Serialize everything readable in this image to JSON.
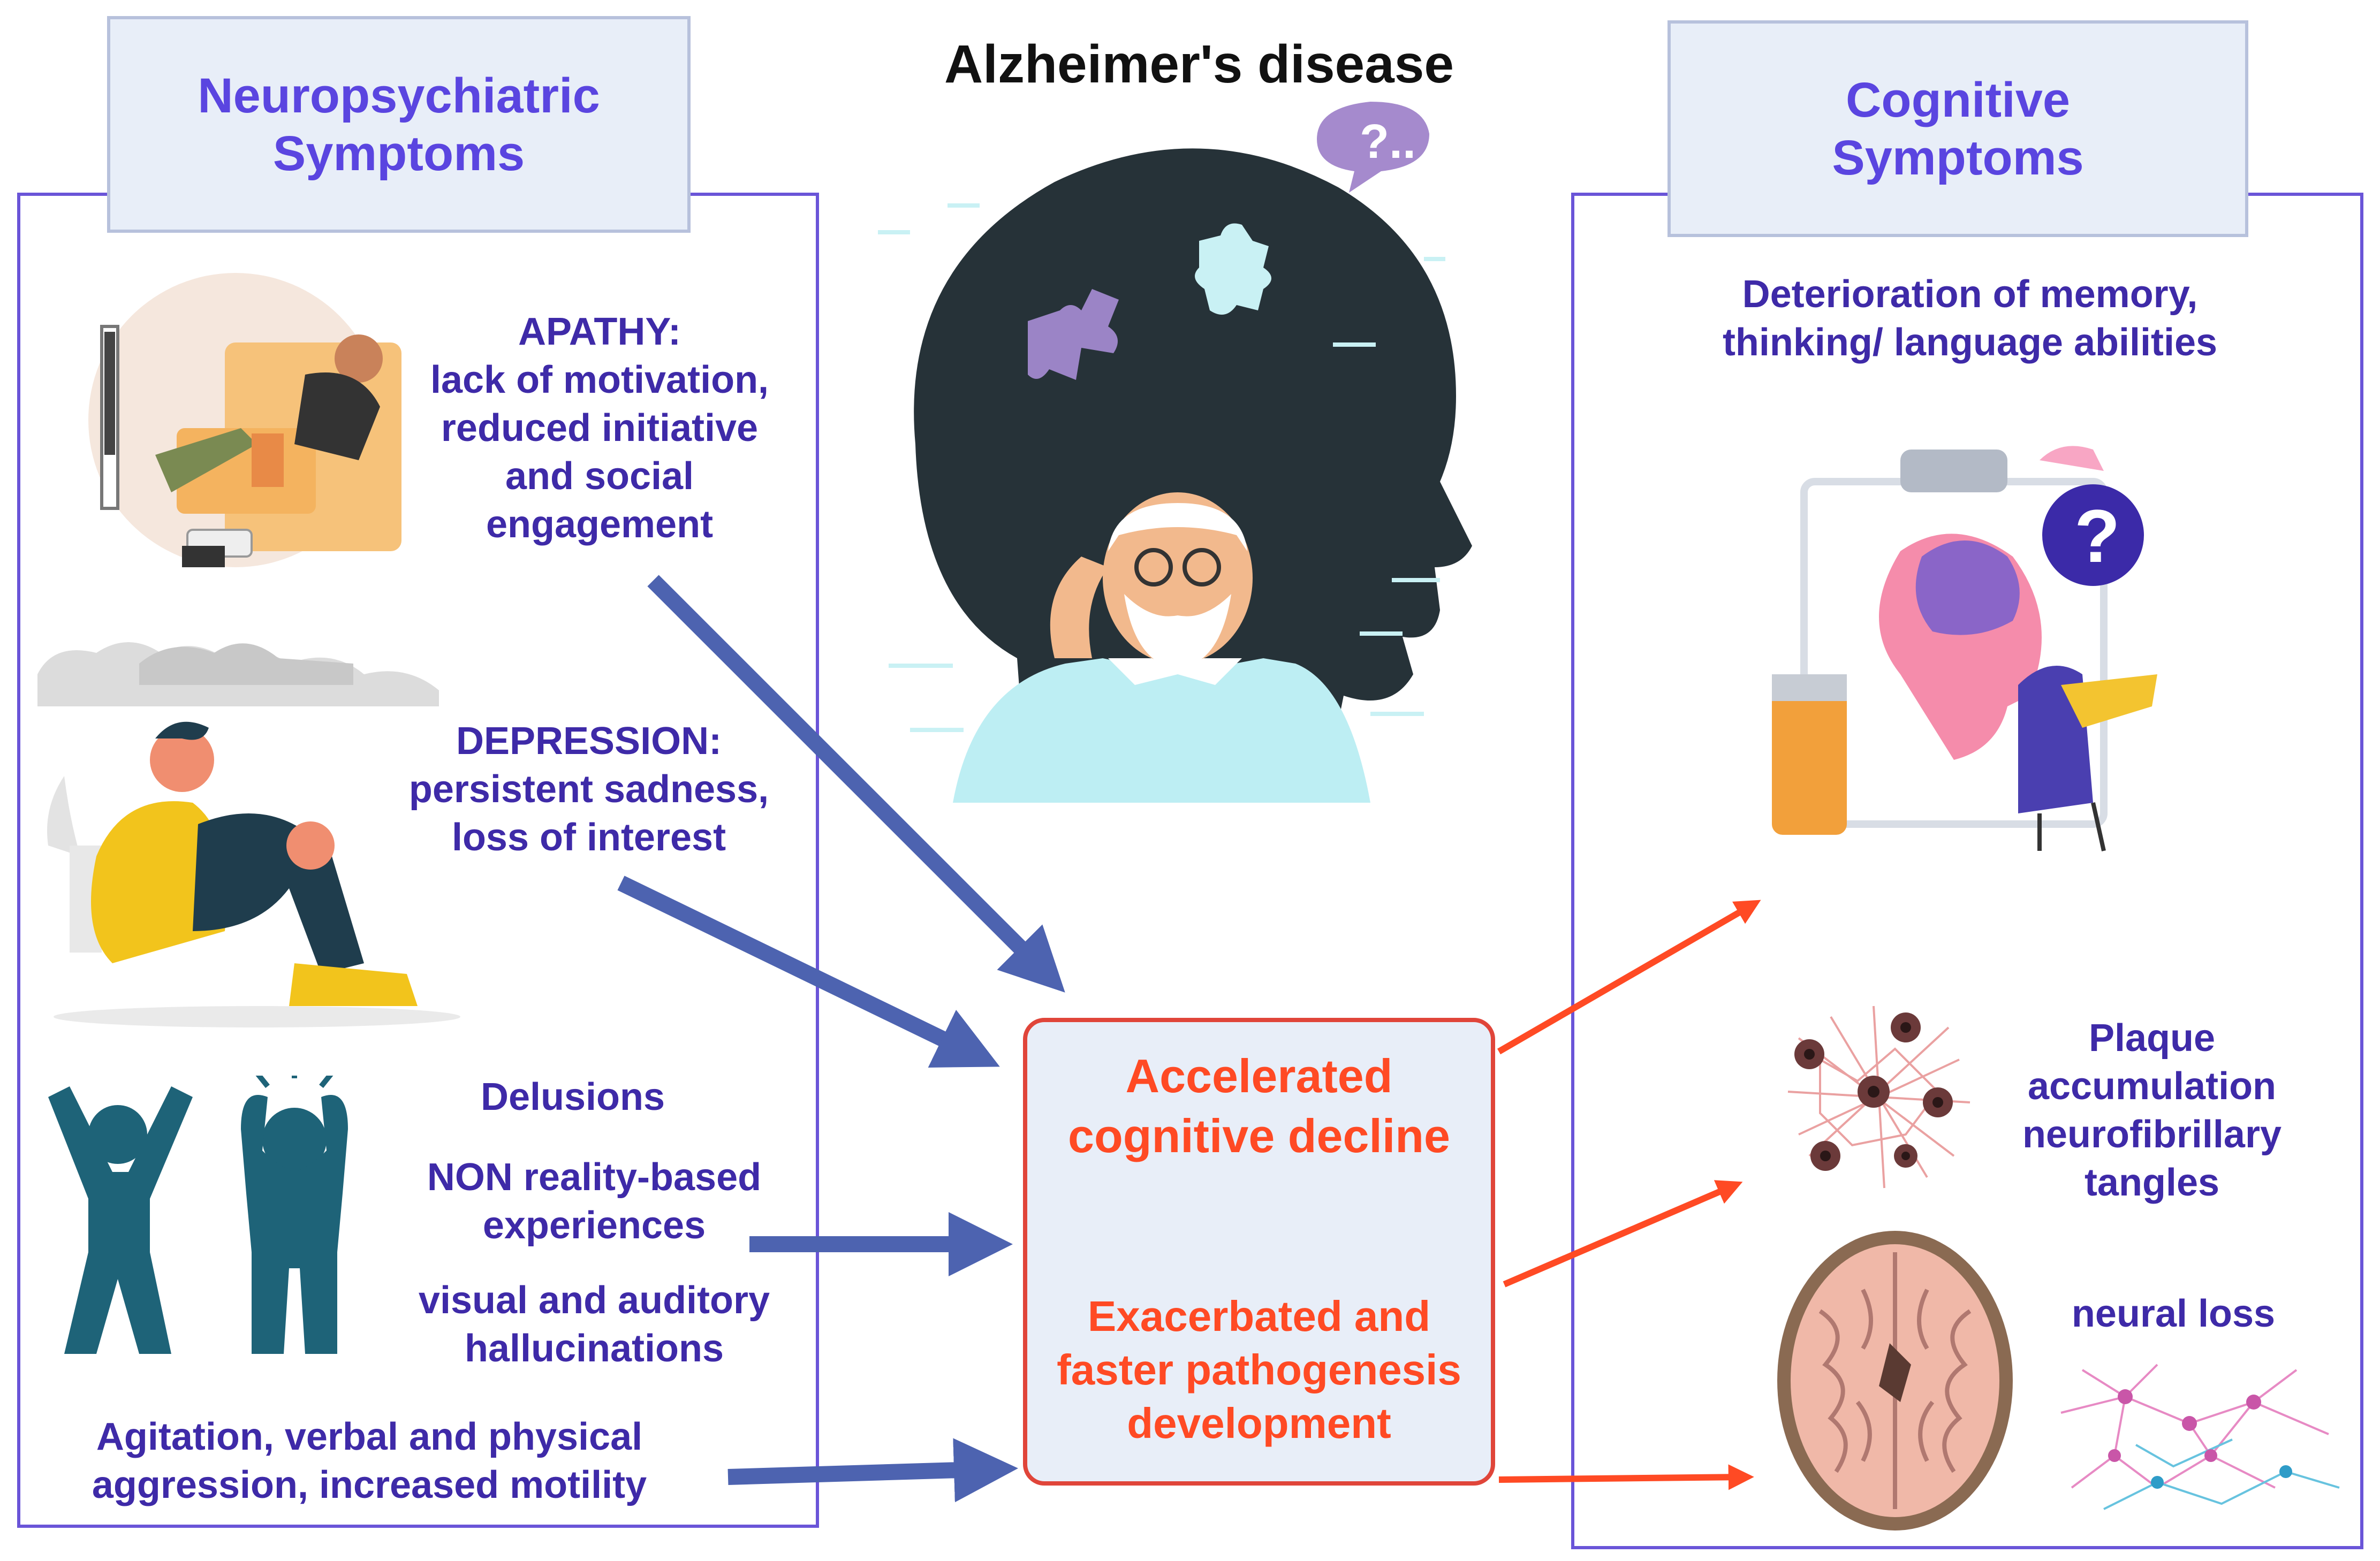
{
  "title": "Alzheimer's disease",
  "left_panel": {
    "header": [
      "Neuropsychiatric",
      "Symptoms"
    ],
    "apathy": [
      "APATHY:",
      "lack of motivation,",
      "reduced initiative",
      "and social",
      "engagement"
    ],
    "depression": [
      "DEPRESSION:",
      "persistent sadness,",
      "loss of interest"
    ],
    "delusions": "Delusions",
    "non_reality": [
      "NON reality-based",
      "experiences"
    ],
    "hallucinations": [
      "visual and auditory",
      "hallucinations"
    ],
    "agitation": [
      "Agitation, verbal and physical",
      "aggression, increased motility"
    ]
  },
  "center": {
    "decline": [
      "Accelerated",
      "cognitive decline"
    ],
    "pathogenesis": [
      "Exacerbated and",
      "faster pathogenesis",
      "development"
    ],
    "thought_bubble": "?.."
  },
  "right_panel": {
    "header": [
      "Cognitive",
      "Symptoms"
    ],
    "deterioration": [
      "Deterioration of memory,",
      "thinking/ language abilities"
    ],
    "question_mark": "?",
    "plaque": [
      "Plaque",
      "accumulation",
      "neurofibrillary",
      "tangles"
    ],
    "neural_loss": "neural loss"
  },
  "colors": {
    "panel_border": "#6a55d8",
    "header_text": "#5a45e0",
    "body_text": "#3e2aa8",
    "red_text": "#ff4a24",
    "blue_arrow": "#4d63b0",
    "red_arrow": "#ff4a24"
  }
}
